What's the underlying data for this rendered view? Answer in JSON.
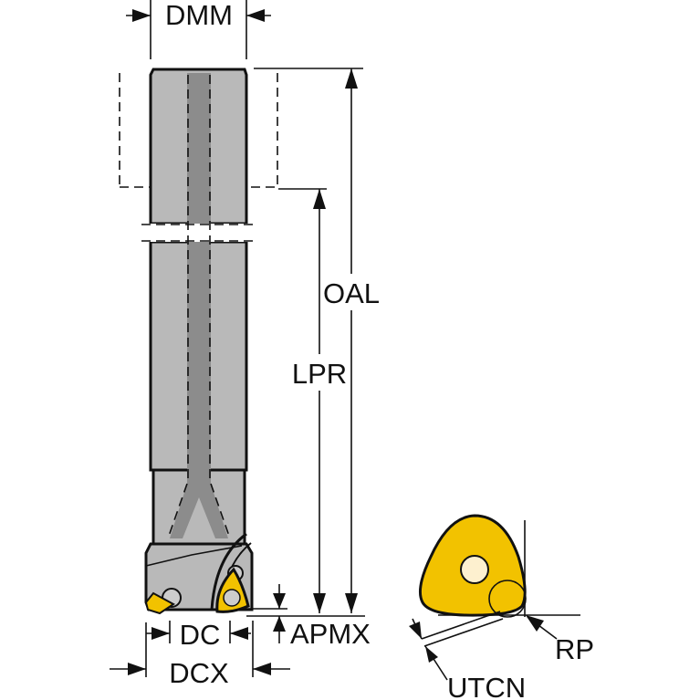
{
  "labels": {
    "dmm": "DMM",
    "oal": "OAL",
    "lpr": "LPR",
    "apmx": "APMX",
    "dc": "DC",
    "dcx": "DCX",
    "rp": "RP",
    "utcn": "UTCN"
  },
  "colors": {
    "insert": "#f2c200",
    "body": "#b9b9b9",
    "coolant": "#8c8c8c",
    "hole": "#fdf0cf"
  }
}
